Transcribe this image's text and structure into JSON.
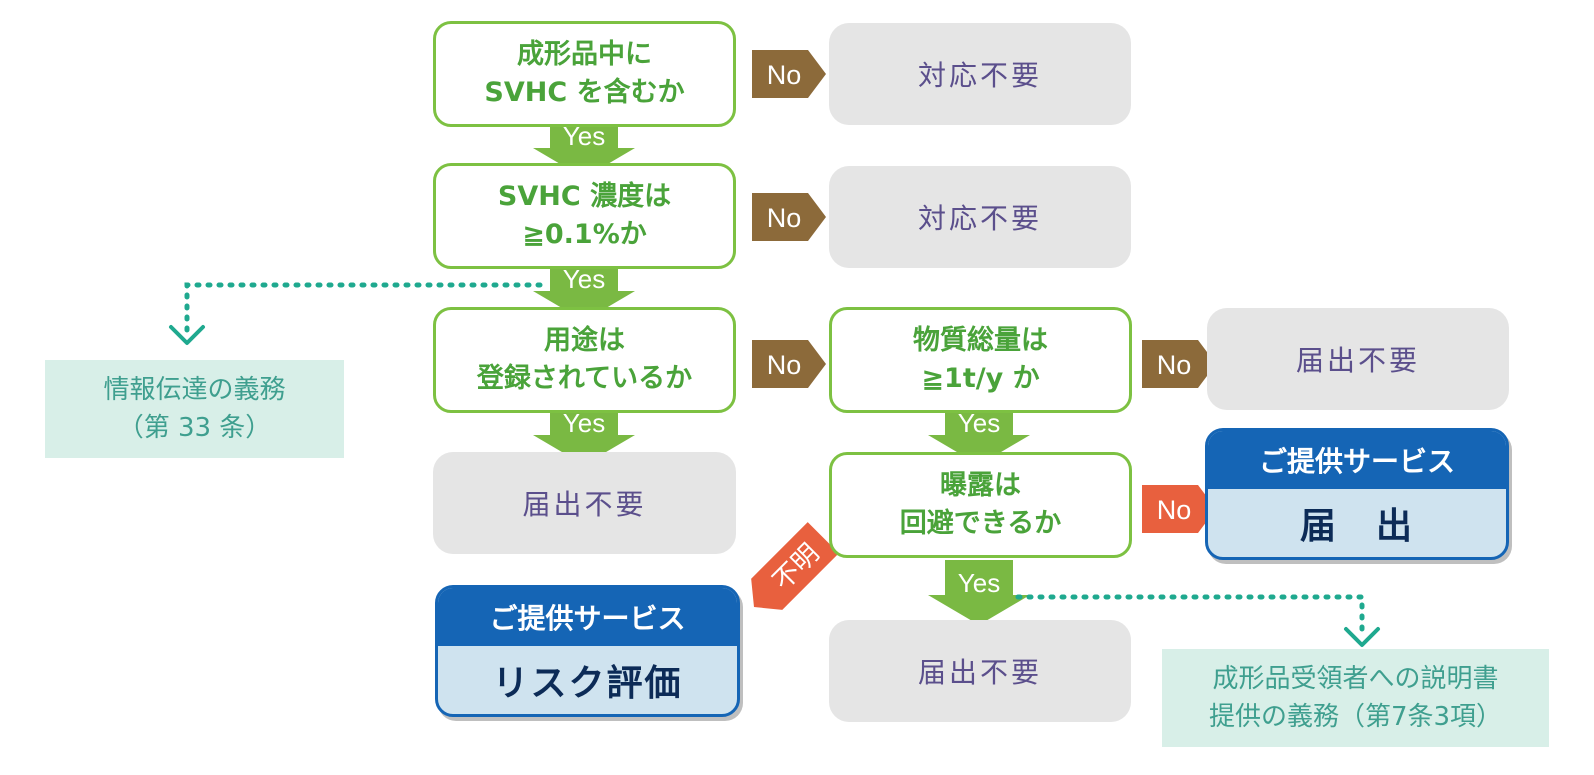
{
  "questions": {
    "q1": [
      "成形品中に",
      "SVHC を含むか"
    ],
    "q2": [
      "SVHC 濃度は",
      "≧0.1%か"
    ],
    "q3": [
      "用途は",
      "登録されているか"
    ],
    "q4": [
      "物質総量は",
      "≧1t/y か"
    ],
    "q5": [
      "曝露は",
      "回避できるか"
    ]
  },
  "results": {
    "r1": "対応不要",
    "r2": "対応不要",
    "r3": "届出不要",
    "r4": "届出不要",
    "r5": "届出不要"
  },
  "arrows": {
    "yes": "Yes",
    "no": "No",
    "unknown": "不明"
  },
  "notes": {
    "info": [
      "情報伝達の義務",
      "（第 33 条）"
    ],
    "explain": [
      "成形品受領者への説明書",
      "提供の義務（第7条3項）"
    ]
  },
  "services": {
    "notify": {
      "header": "ご提供サービス",
      "body": "届　出"
    },
    "risk": {
      "header": "ご提供サービス",
      "body": "リスク評価"
    }
  },
  "colors": {
    "green_border": "#7dc142",
    "green_text": "#4aa33a",
    "yes_arrow": "#7ab943",
    "no_arrow": "#8c6a3a",
    "no_arrow_red": "#e8603e",
    "result_bg": "#e5e5e5",
    "note_bg": "#d8efe8",
    "dotted_line": "#1fa98f",
    "service_blue": "#1565b5",
    "service_bg": "#cfe3ef"
  }
}
